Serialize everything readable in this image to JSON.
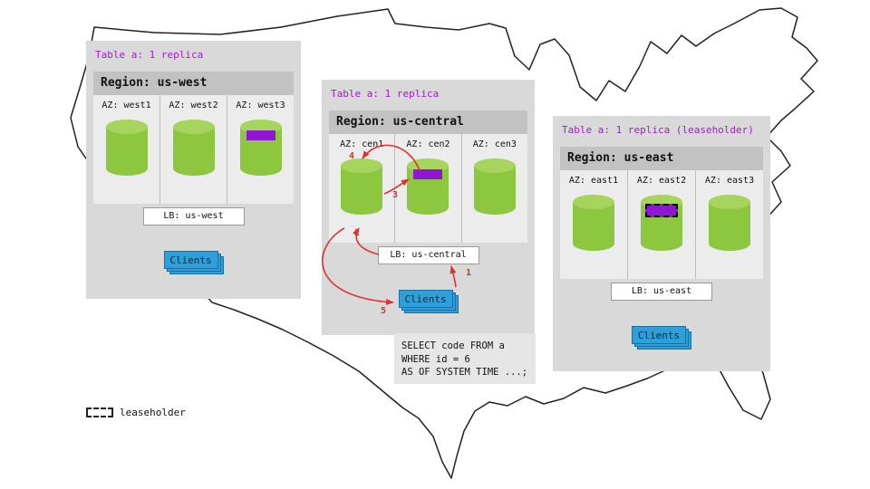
{
  "legend": {
    "label": "leaseholder"
  },
  "steps": [
    "1",
    "2",
    "3",
    "4",
    "5"
  ],
  "sql": {
    "lines": [
      "SELECT code FROM a",
      "WHERE id = 6",
      "AS OF SYSTEM TIME ...;"
    ]
  },
  "regions": [
    {
      "table_label": "Table a: 1 replica",
      "region_label": "Region: us-west",
      "lb_label": "LB: us-west",
      "clients_label": "Clients",
      "azs": [
        {
          "label": "AZ: west1",
          "has_replica": false,
          "is_leaseholder": false
        },
        {
          "label": "AZ: west2",
          "has_replica": false,
          "is_leaseholder": false
        },
        {
          "label": "AZ: west3",
          "has_replica": true,
          "is_leaseholder": false
        }
      ]
    },
    {
      "table_label": "Table a: 1 replica",
      "region_label": "Region: us-central",
      "lb_label": "LB: us-central",
      "clients_label": "Clients",
      "azs": [
        {
          "label": "AZ: cen1",
          "has_replica": false,
          "is_leaseholder": false
        },
        {
          "label": "AZ: cen2",
          "has_replica": true,
          "is_leaseholder": false
        },
        {
          "label": "AZ: cen3",
          "has_replica": false,
          "is_leaseholder": false
        }
      ]
    },
    {
      "table_label": "Table a: 1 replica (leaseholder)",
      "region_label": "Region: us-east",
      "lb_label": "LB: us-east",
      "clients_label": "Clients",
      "azs": [
        {
          "label": "AZ: east1",
          "has_replica": false,
          "is_leaseholder": false
        },
        {
          "label": "AZ: east2",
          "has_replica": true,
          "is_leaseholder": true
        },
        {
          "label": "AZ: east3",
          "has_replica": false,
          "is_leaseholder": false
        }
      ]
    }
  ],
  "colors": {
    "cylinder_green": "#8dc63f",
    "replica_purple": "#8f17d4",
    "table_label_purple": "#a31acb",
    "clients_blue": "#2e9fd9",
    "arrow_red": "#e03131",
    "panel_gray": "#d9d9d9"
  }
}
